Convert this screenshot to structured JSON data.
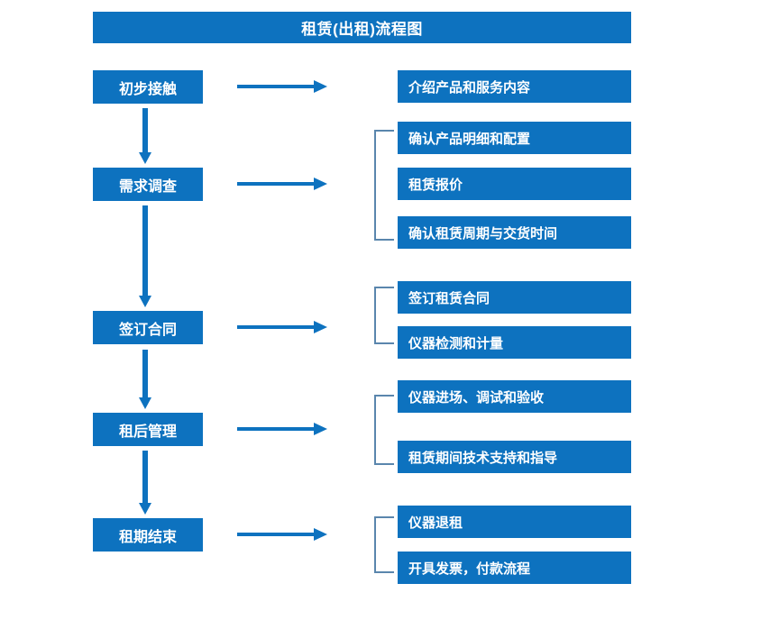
{
  "diagram": {
    "title": "租赁(出租)流程图",
    "colors": {
      "box_blue": "#0d72bf",
      "bracket_blue": "#5a86ad",
      "text_white": "#ffffff",
      "background": "#ffffff"
    },
    "stages": [
      {
        "label": "初步接触"
      },
      {
        "label": "需求调查"
      },
      {
        "label": "签订合同"
      },
      {
        "label": "租后管理"
      },
      {
        "label": "租期结束"
      }
    ],
    "details": [
      {
        "label": "介绍产品和服务内容"
      },
      {
        "label": "确认产品明细和配置"
      },
      {
        "label": "租赁报价"
      },
      {
        "label": "确认租赁周期与交货时间"
      },
      {
        "label": "签订租赁合同"
      },
      {
        "label": "仪器检测和计量"
      },
      {
        "label": "仪器进场、调试和验收"
      },
      {
        "label": "租赁期间技术支持和指导"
      },
      {
        "label": "仪器退租"
      },
      {
        "label": "开具发票，付款流程"
      }
    ]
  }
}
